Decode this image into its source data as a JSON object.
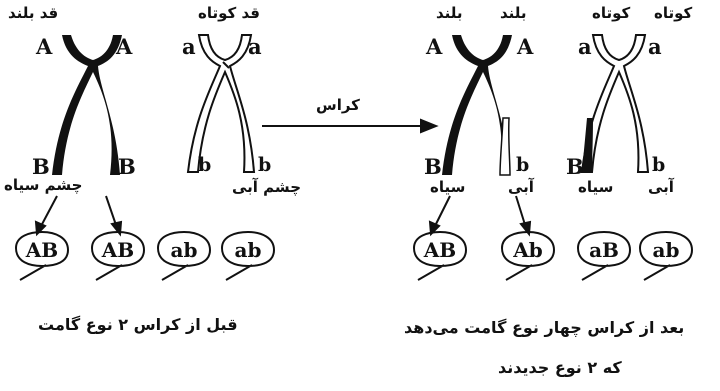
{
  "left": {
    "trait_tall": "قد بلند",
    "trait_short": "قد کوتاه",
    "eye_black": "چشم سیاه",
    "eye_blue": "چشم آبی",
    "chromosomes": [
      {
        "top": "A",
        "bottom": "B"
      },
      {
        "top": "A",
        "bottom": "B"
      },
      {
        "top": "a",
        "bottom": "b"
      },
      {
        "top": "a",
        "bottom": "b"
      }
    ],
    "gametes": [
      "AB",
      "AB",
      "ab",
      "ab"
    ],
    "caption": "قبل از کراس ۲ نوع گامت"
  },
  "arrow_label": "کراس",
  "right": {
    "labels_top": [
      "بلند",
      "بلند",
      "کوتاه",
      "کوتاه"
    ],
    "labels_bottom": [
      "سیاه",
      "آبی",
      "سیاه",
      "آبی"
    ],
    "chromosomes": [
      {
        "top": "A",
        "bottom": "B"
      },
      {
        "top": "A",
        "bottom": "b"
      },
      {
        "top": "a",
        "bottom": "B"
      },
      {
        "top": "a",
        "bottom": "b"
      }
    ],
    "gametes": [
      "AB",
      "Ab",
      "aB",
      "ab"
    ],
    "caption_line1": "بعد از کراس چهار نوع گامت می‌دهد",
    "caption_line2": "که ۲ نوع جدیدند"
  }
}
